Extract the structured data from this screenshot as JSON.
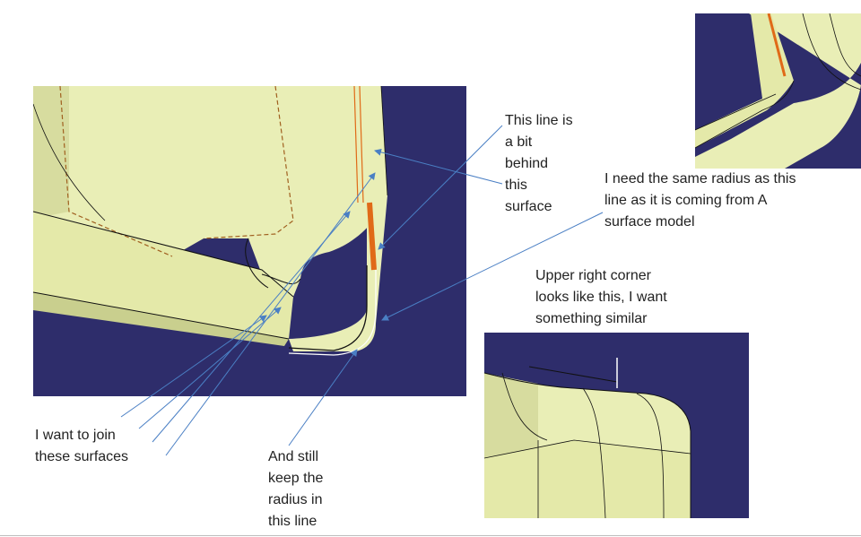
{
  "notes": {
    "line_behind": "This line is\na bit\nbehind\nthis\nsurface",
    "same_radius": "I need the same radius as this\nline as it is coming from A\nsurface model",
    "upper_right": "Upper right corner\nlooks like this, I want\nsomething similar",
    "join_surfaces": "I want to join\nthese surfaces",
    "keep_radius": "And still\nkeep the\nradius in\nthis line"
  },
  "colors": {
    "cad_background": "#2e2d6b",
    "surface": "#e9eeb6",
    "surface_shade": "#c9cf8e",
    "edge_highlight": "#e06a18",
    "annotation_arrow": "#4a7fc4"
  },
  "icons": {
    "arrow": "arrow-annotation-icon"
  }
}
